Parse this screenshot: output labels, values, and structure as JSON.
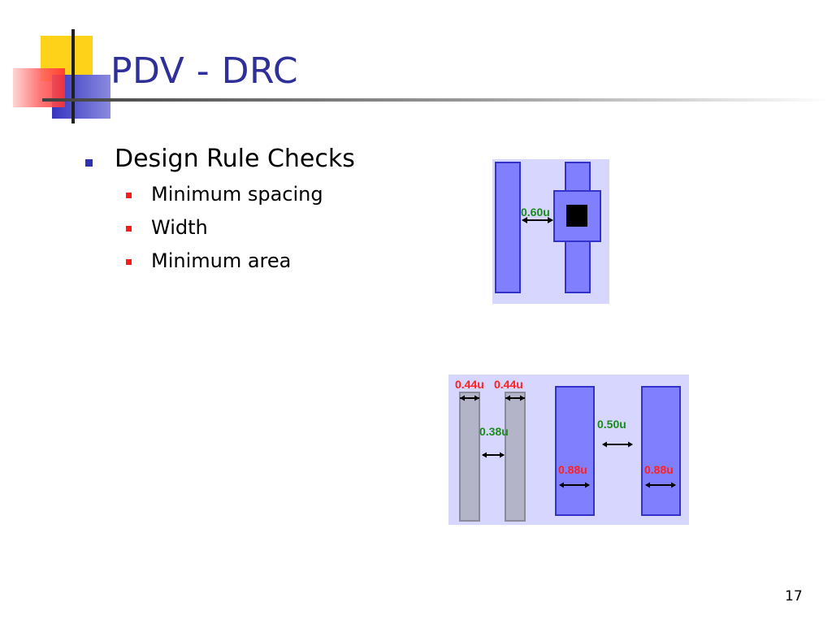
{
  "slide": {
    "title": "PDV - DRC",
    "page_number": "17"
  },
  "bullets": {
    "level1": "Design Rule Checks",
    "items": [
      "Minimum spacing",
      "Width",
      "Minimum area"
    ]
  },
  "figure_spacing": {
    "label": "0.60u"
  },
  "figure_width": {
    "gray_width_left": "0.44u",
    "gray_width_right": "0.44u",
    "gray_spacing": "0.38u",
    "blue_spacing": "0.50u",
    "blue_width_left": "0.88u",
    "blue_width_right": "0.88u"
  },
  "colors": {
    "title": "#2f2f9a",
    "bullet_l1": "#2f2fb0",
    "bullet_l2": "#ff1a1a",
    "metal_fill": "#8080ff",
    "metal_border": "#3333cc",
    "figure_bg": "#d6d6ff",
    "gray_fill": "#b4b4c8",
    "label_green": "#1a8a1a",
    "label_red": "#ff2020"
  }
}
